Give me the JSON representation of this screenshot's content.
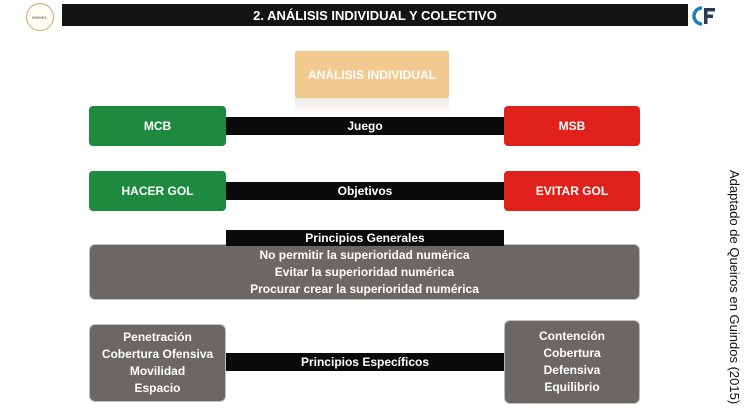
{
  "header": {
    "title": "2. ANÁLISIS INDIVIDUAL Y COLECTIVO",
    "left_logo_text": "ERMEL",
    "right_logo_text": "CF"
  },
  "individual": {
    "label": "ANÁLISIS INDIVIDUAL"
  },
  "rows": {
    "juego": {
      "left": "MCB",
      "center": "Juego",
      "right": "MSB"
    },
    "objetivos": {
      "left": "HACER GOL",
      "center": "Objetivos",
      "right": "EVITAR GOL"
    }
  },
  "generales": {
    "title": "Principios Generales",
    "lines": [
      "No permitir la superioridad numérica",
      "Evitar la superioridad numérica",
      "Procurar crear la superioridad numérica"
    ]
  },
  "especificos": {
    "title": "Principios Específicos",
    "left": [
      "Penetración",
      "Cobertura Ofensiva",
      "Movilidad",
      "Espacio"
    ],
    "right": [
      "Contención",
      "Cobertura",
      "Defensiva",
      "Equilibrio"
    ]
  },
  "side_caption": "Adaptado de Queiros en Guindos (2015)",
  "colors": {
    "green": "#1e8a3f",
    "red": "#e0201a",
    "gray": "#6b6764",
    "peach": "#f2c98f",
    "black": "#0a0a0a",
    "logo_blue": "#1d7fb8"
  }
}
